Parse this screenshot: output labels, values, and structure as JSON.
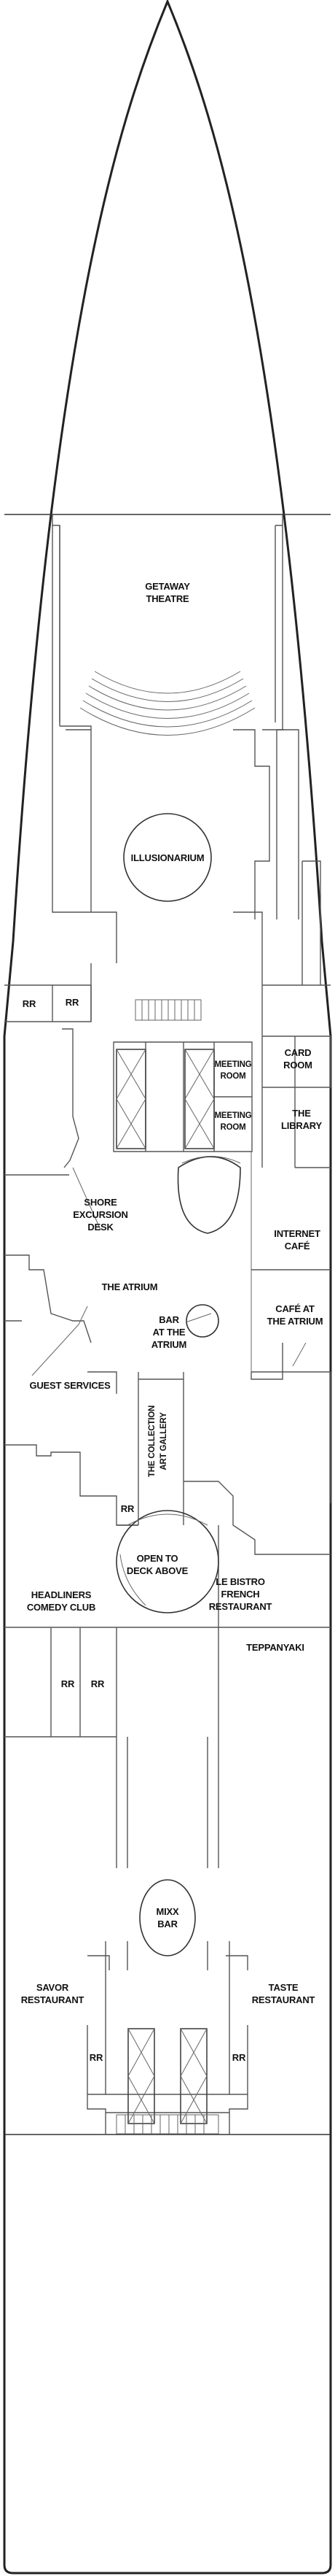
{
  "labels": {
    "getaway_theatre": [
      "GETAWAY",
      "THEATRE"
    ],
    "illusionarium": "ILLUSIONARIUM",
    "rr": "RR",
    "card_room": [
      "CARD",
      "ROOM"
    ],
    "meeting_room": [
      "MEETING",
      "ROOM"
    ],
    "the_library": [
      "THE",
      "LIBRARY"
    ],
    "shore_excursion_desk": [
      "SHORE",
      "EXCURSION",
      "DESK"
    ],
    "internet_cafe": [
      "INTERNET",
      "CAFÉ"
    ],
    "the_atrium": "THE ATRIUM",
    "cafe_at_the_atrium": [
      "CAFÉ AT",
      "THE ATRIUM"
    ],
    "bar_at_the_atrium": [
      "BAR",
      "AT THE",
      "ATRIUM"
    ],
    "guest_services": "GUEST SERVICES",
    "the_collection_art_gallery": [
      "THE COLLECTION",
      "ART GALLERY"
    ],
    "open_to_deck_above": [
      "OPEN TO",
      "DECK ABOVE"
    ],
    "headliners_comedy_club": [
      "HEADLINERS",
      "COMEDY CLUB"
    ],
    "le_bistro_french_restaurant": [
      "LE BISTRO",
      "FRENCH",
      "RESTAURANT"
    ],
    "teppanyaki": "TEPPANYAKI",
    "mixx_bar": [
      "MIXX",
      "BAR"
    ],
    "savor_restaurant": [
      "SAVOR",
      "RESTAURANT"
    ],
    "taste_restaurant": [
      "TASTE",
      "RESTAURANT"
    ]
  }
}
